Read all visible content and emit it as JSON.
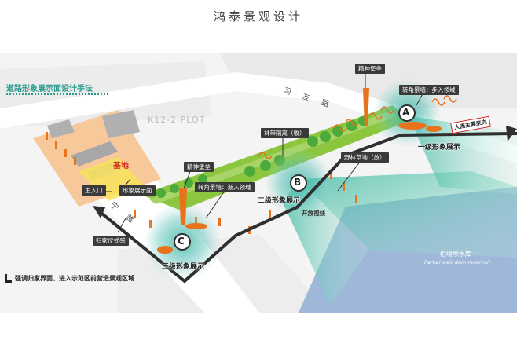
{
  "page": {
    "title": "鸿泰景观设计"
  },
  "diagram": {
    "section_title": "道路形象展示面设计手法",
    "plot_label": "K12-2 PLOT",
    "site_label": "基地",
    "road_north": "习 友 路",
    "road_south": "宁 路",
    "water_name_cn": "柏堰坝水库",
    "water_name_en": "Parker weir dam reservoir",
    "nodes": [
      {
        "letter": "A",
        "zone": "一级形象展示"
      },
      {
        "letter": "B",
        "zone": "二级形象展示"
      },
      {
        "letter": "C",
        "zone": "三级形象展示"
      }
    ],
    "labels": {
      "spirit_fort_a": "精神堡垒",
      "corner_a": "转角景墙：步入领域",
      "forest_belt": "林带隔离（收）",
      "lawn": "野林草地（放）",
      "open_view": "开放视线",
      "spirit_fort_c": "精神堡垒",
      "corner_c": "转角景墙：渐入领域",
      "main_entry": "主入口",
      "image_face": "形象展示面",
      "homecoming": "归家仪式感",
      "traffic": "人流主要来向"
    },
    "legend": "强调归家界面、进入示范区前营造景观区域",
    "colors": {
      "accent": "#2e9a8e",
      "path": "#2f2f2f",
      "node_orange": "#e8731c",
      "lawn": "#8cc63f"
    }
  }
}
